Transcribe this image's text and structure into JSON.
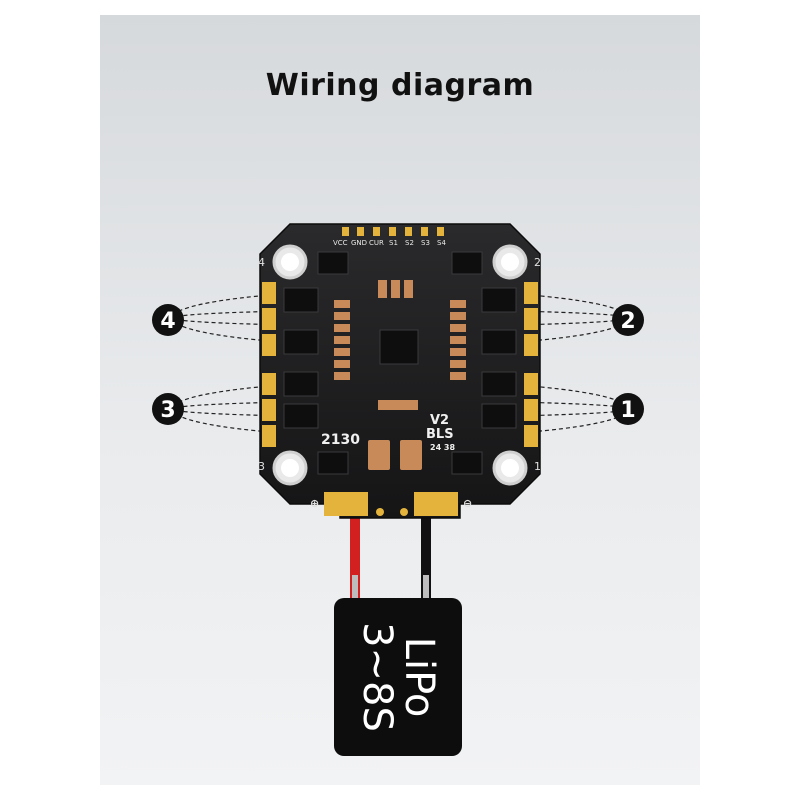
{
  "title": "Wiring diagram",
  "signal_pads": [
    "VCC",
    "GND",
    "CUR",
    "S1",
    "S2",
    "S3",
    "S4"
  ],
  "corner_numbers": [
    "4",
    "2",
    "3",
    "1"
  ],
  "motor_callouts": [
    "4",
    "2",
    "3",
    "1"
  ],
  "board_text": {
    "model": "2130",
    "version": "V2",
    "firmware": "BLS",
    "code": "24 38"
  },
  "polarity": {
    "positive": "⊕",
    "negative": "⊖"
  },
  "battery": {
    "line1": "LiPo",
    "line2": "3~8S"
  },
  "colors": {
    "board": "#1c1c1e",
    "gold": "#e3b33c",
    "copper": "#c98a5a",
    "positive_wire": "#d21f1f",
    "negative_wire": "#111111"
  }
}
